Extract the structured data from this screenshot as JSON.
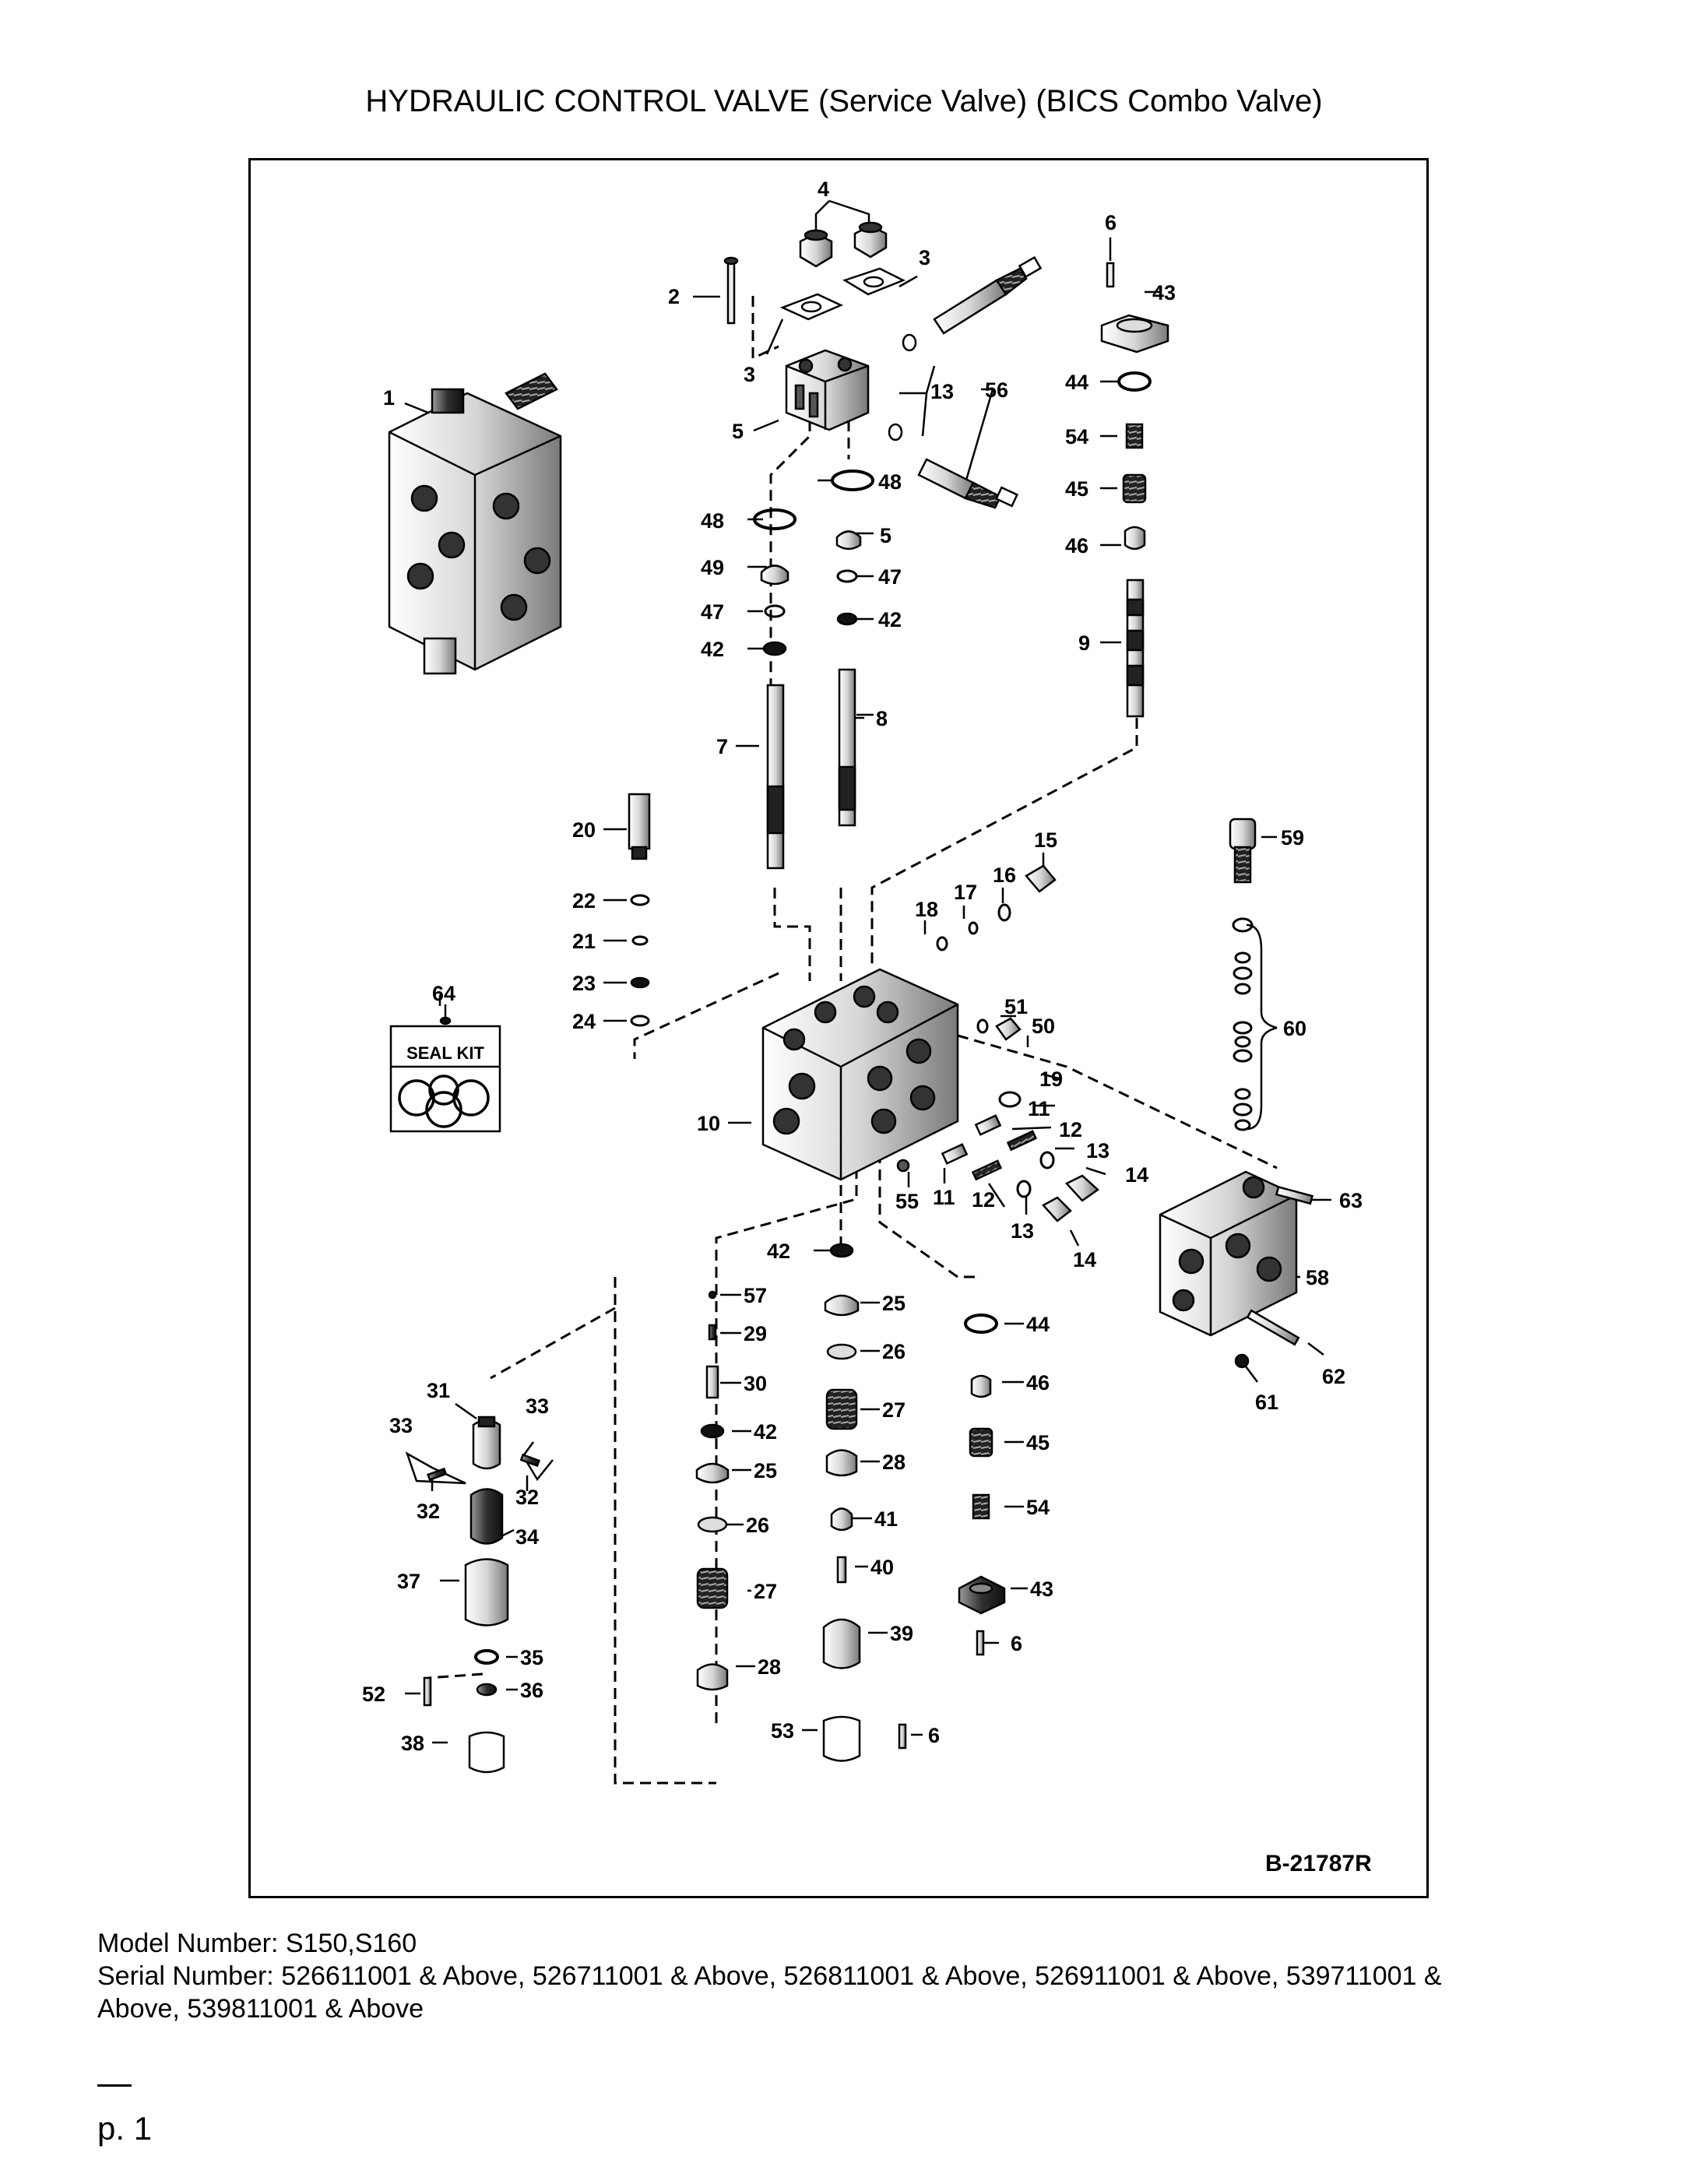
{
  "document": {
    "title": "HYDRAULIC CONTROL VALVE (Service Valve) (BICS Combo Valve)",
    "drawing_number": "B-21787R",
    "seal_kit_label": "SEAL KIT",
    "model_number": "Model Number: S150,S160",
    "serial_number_line1": "Serial Number: 526611001 & Above, 526711001 & Above, 526811001 & Above, 526911001 & Above, 539711001 &",
    "serial_number_line2": "Above, 539811001 & Above",
    "page": "p. 1"
  },
  "callouts": [
    {
      "id": "c4",
      "text": "4"
    },
    {
      "id": "c3a",
      "text": "3"
    },
    {
      "id": "c2",
      "text": "2"
    },
    {
      "id": "c3b",
      "text": "3"
    },
    {
      "id": "c5a",
      "text": "5"
    },
    {
      "id": "c13a",
      "text": "13"
    },
    {
      "id": "c56",
      "text": "56"
    },
    {
      "id": "c6a",
      "text": "6"
    },
    {
      "id": "c43a",
      "text": "43"
    },
    {
      "id": "c44a",
      "text": "44"
    },
    {
      "id": "c54a",
      "text": "54"
    },
    {
      "id": "c45a",
      "text": "45"
    },
    {
      "id": "c46a",
      "text": "46"
    },
    {
      "id": "c9",
      "text": "9"
    },
    {
      "id": "c48a",
      "text": "48"
    },
    {
      "id": "c48b",
      "text": "48"
    },
    {
      "id": "c5b",
      "text": "5"
    },
    {
      "id": "c49",
      "text": "49"
    },
    {
      "id": "c47a",
      "text": "47"
    },
    {
      "id": "c47b",
      "text": "47"
    },
    {
      "id": "c42a",
      "text": "42"
    },
    {
      "id": "c42b",
      "text": "42"
    },
    {
      "id": "c7",
      "text": "7"
    },
    {
      "id": "c8",
      "text": "8"
    },
    {
      "id": "c1",
      "text": "1"
    },
    {
      "id": "c20",
      "text": "20"
    },
    {
      "id": "c22",
      "text": "22"
    },
    {
      "id": "c21",
      "text": "21"
    },
    {
      "id": "c23",
      "text": "23"
    },
    {
      "id": "c24",
      "text": "24"
    },
    {
      "id": "c64",
      "text": "64"
    },
    {
      "id": "c15",
      "text": "15"
    },
    {
      "id": "c16",
      "text": "16"
    },
    {
      "id": "c17",
      "text": "17"
    },
    {
      "id": "c18",
      "text": "18"
    },
    {
      "id": "c59",
      "text": "59"
    },
    {
      "id": "c60",
      "text": "60"
    },
    {
      "id": "c51",
      "text": "51"
    },
    {
      "id": "c50",
      "text": "50"
    },
    {
      "id": "c19",
      "text": "19"
    },
    {
      "id": "c11a",
      "text": "11"
    },
    {
      "id": "c12a",
      "text": "12"
    },
    {
      "id": "c13b",
      "text": "13"
    },
    {
      "id": "c14a",
      "text": "14"
    },
    {
      "id": "c10",
      "text": "10"
    },
    {
      "id": "c55",
      "text": "55"
    },
    {
      "id": "c11b",
      "text": "11"
    },
    {
      "id": "c12b",
      "text": "12"
    },
    {
      "id": "c13c",
      "text": "13"
    },
    {
      "id": "c14b",
      "text": "14"
    },
    {
      "id": "c63",
      "text": "63"
    },
    {
      "id": "c58",
      "text": "58"
    },
    {
      "id": "c62",
      "text": "62"
    },
    {
      "id": "c61",
      "text": "61"
    },
    {
      "id": "c42c",
      "text": "42"
    },
    {
      "id": "c57",
      "text": "57"
    },
    {
      "id": "c25a",
      "text": "25"
    },
    {
      "id": "c29",
      "text": "29"
    },
    {
      "id": "c26a",
      "text": "26"
    },
    {
      "id": "c44b",
      "text": "44"
    },
    {
      "id": "c30",
      "text": "30"
    },
    {
      "id": "c27a",
      "text": "27"
    },
    {
      "id": "c46b",
      "text": "46"
    },
    {
      "id": "c42d",
      "text": "42"
    },
    {
      "id": "c28a",
      "text": "28"
    },
    {
      "id": "c45b",
      "text": "45"
    },
    {
      "id": "c25b",
      "text": "25"
    },
    {
      "id": "c41",
      "text": "41"
    },
    {
      "id": "c54b",
      "text": "54"
    },
    {
      "id": "c26b",
      "text": "26"
    },
    {
      "id": "c40",
      "text": "40"
    },
    {
      "id": "c27b",
      "text": "27"
    },
    {
      "id": "c43b",
      "text": "43"
    },
    {
      "id": "c39",
      "text": "39"
    },
    {
      "id": "c6b",
      "text": "6"
    },
    {
      "id": "c28b",
      "text": "28"
    },
    {
      "id": "c53",
      "text": "53"
    },
    {
      "id": "c6c",
      "text": "6"
    },
    {
      "id": "c31",
      "text": "31"
    },
    {
      "id": "c33a",
      "text": "33"
    },
    {
      "id": "c33b",
      "text": "33"
    },
    {
      "id": "c32a",
      "text": "32"
    },
    {
      "id": "c32b",
      "text": "32"
    },
    {
      "id": "c34",
      "text": "34"
    },
    {
      "id": "c37",
      "text": "37"
    },
    {
      "id": "c35",
      "text": "35"
    },
    {
      "id": "c36",
      "text": "36"
    },
    {
      "id": "c52",
      "text": "52"
    },
    {
      "id": "c38",
      "text": "38"
    }
  ]
}
